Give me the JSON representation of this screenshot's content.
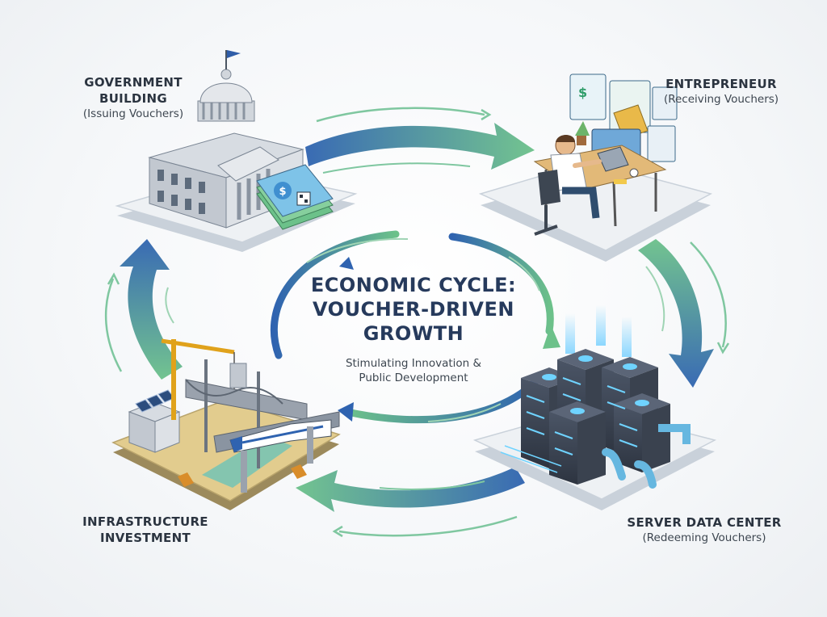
{
  "center": {
    "title_line1": "ECONOMIC CYCLE:",
    "title_line2": "VOUCHER-DRIVEN",
    "title_line3": "GROWTH",
    "subtitle_line1": "Stimulating Innovation &",
    "subtitle_line2": "Public Development"
  },
  "nodes": {
    "government": {
      "title_line1": "GOVERNMENT",
      "title_line2": "BUILDING",
      "subtitle": "(Issuing Vouchers)",
      "voucher_symbol": "$"
    },
    "entrepreneur": {
      "title": "ENTREPRENEUR",
      "subtitle": "(Receiving Vouchers)",
      "screen_symbol": "$"
    },
    "datacenter": {
      "title": "SERVER DATA CENTER",
      "subtitle": "(Redeeming Vouchers)"
    },
    "infrastructure": {
      "title_line1": "INFRASTRUCTURE",
      "title_line2": "INVESTMENT"
    }
  },
  "colors": {
    "arrow_blue": "#2f63b0",
    "arrow_green": "#6cc18a",
    "title_navy": "#263a5c",
    "platform": "#e9edf1",
    "platform_edge": "#c9d1da"
  }
}
